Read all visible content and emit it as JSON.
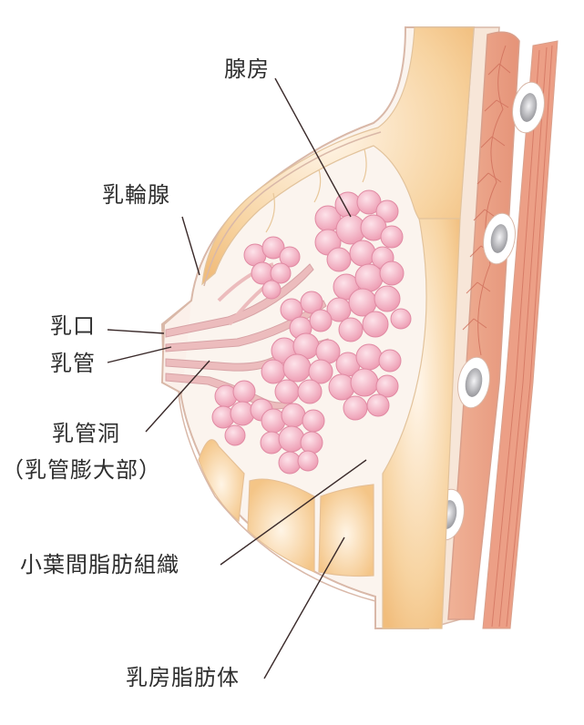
{
  "diagram": {
    "type": "anatomical cross-section",
    "subject": "breast",
    "labels": {
      "glandular_lobes": "腺房",
      "areolar_gland": "乳輪腺",
      "nipple_opening": "乳口",
      "milk_duct": "乳管",
      "lactiferous_sinus": "乳管洞",
      "lactiferous_sinus_note": "（乳管膨大部）",
      "interlobular_fat": "小葉間脂肪組織",
      "breast_fat_body": "乳房脂肪体"
    },
    "colors": {
      "background": "#ffffff",
      "fat": "#f6cf96",
      "fat_light": "#fdf0dc",
      "gland": "#f2a9bd",
      "gland_light": "#fbd9e2",
      "duct": "#e9b1b3",
      "muscle": "#e9a088",
      "muscle_line": "#cf6e5a",
      "skin_outline": "#d9b8a8",
      "rib": "#a9a9ad",
      "leader_line": "#3a2a2a",
      "label_text": "#2e2e2e"
    }
  }
}
